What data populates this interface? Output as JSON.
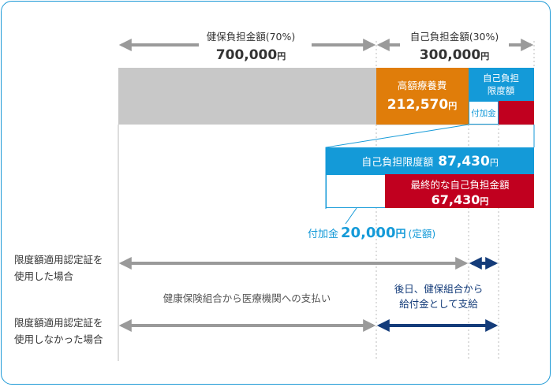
{
  "colors": {
    "gray_bar": "#c8c8c8",
    "orange": "#e07d0a",
    "blue": "#149ad8",
    "red": "#c1001f",
    "gray_arrow": "#9a9a9a",
    "navy": "#143c7a",
    "text_dark": "#333333",
    "text_gray": "#555555"
  },
  "header": {
    "insurance_label": "健保負担金額(70%)",
    "insurance_amount": "700,000",
    "insurance_unit": "円",
    "self_label": "自己負担金額(30%)",
    "self_amount": "300,000",
    "self_unit": "円"
  },
  "bar": {
    "high_cost_label": "高額療養費",
    "high_cost_amount": "212,570",
    "high_cost_unit": "円",
    "limit_label_line1": "自己負担",
    "limit_label_line2": "限度額",
    "additional_label": "付加金"
  },
  "detail": {
    "limit_label": "自己負担限度額",
    "limit_amount": "87,430",
    "limit_unit": "円",
    "final_label": "最終的な自己負担金額",
    "final_amount": "67,430",
    "final_unit": "円",
    "additional_label": "付加金",
    "additional_amount": "20,000",
    "additional_unit": "円",
    "additional_note": "(定額)"
  },
  "rows": {
    "with_cert_line1": "限度額適用認定証を",
    "with_cert_line2": "使用した場合",
    "without_cert_line1": "限度額適用認定証を",
    "without_cert_line2": "使用しなかった場合",
    "payment_note": "健康保険組合から医療機関への支払い",
    "later_line1": "後日、健保組合から",
    "later_line2": "給付金として支給"
  }
}
